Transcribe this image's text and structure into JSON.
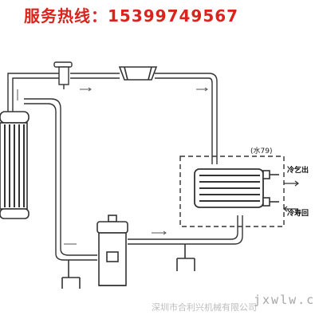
{
  "header": {
    "hotline_label": "服务热线：",
    "hotline_number": "15399749567",
    "color": "#d9231c"
  },
  "diagram": {
    "pipe_color": "#333333",
    "labels": {
      "frame_note": "(水79)",
      "outlet": "冷乞出",
      "inlet": "冷寿回"
    }
  },
  "watermark": {
    "text_cn": "深圳市合利兴机械有限公司",
    "text_latin": "jxwlw.c",
    "color": "#bdbdbd"
  }
}
